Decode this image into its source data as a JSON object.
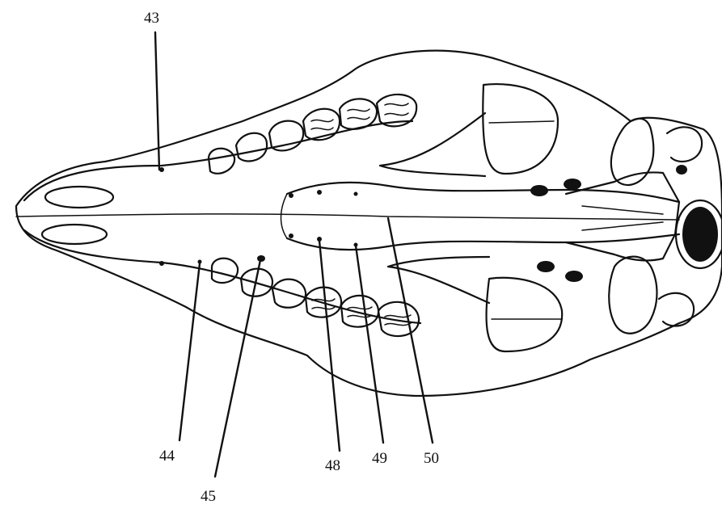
{
  "figure": {
    "labels": [
      {
        "id": "43",
        "text": "43"
      },
      {
        "id": "44",
        "text": "44"
      },
      {
        "id": "45",
        "text": "45"
      },
      {
        "id": "48",
        "text": "48"
      },
      {
        "id": "49",
        "text": "49"
      },
      {
        "id": "50",
        "text": "50"
      }
    ]
  }
}
